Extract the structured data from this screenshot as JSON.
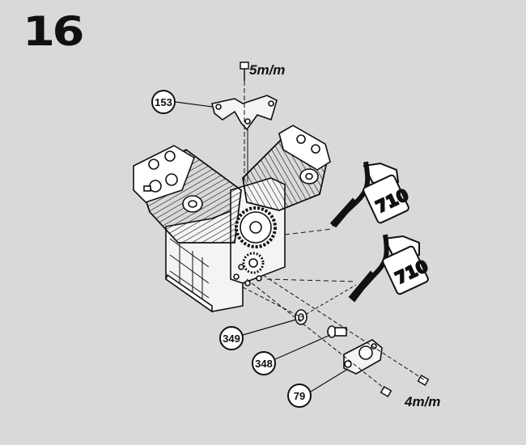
{
  "page": {
    "step_number": "16"
  },
  "annotations": {
    "top_bolt_size": "5m/m",
    "bottom_bolt_size": "4m/m"
  },
  "callouts": {
    "bracket": "153",
    "gear_a": "349",
    "gear_b": "348",
    "cover_plate": "79"
  },
  "tools": {
    "tool_upper": "710",
    "tool_lower": "710"
  },
  "colors": {
    "background": "#d9d9d9",
    "ink": "#111111",
    "fill": "#f4f4f4"
  }
}
